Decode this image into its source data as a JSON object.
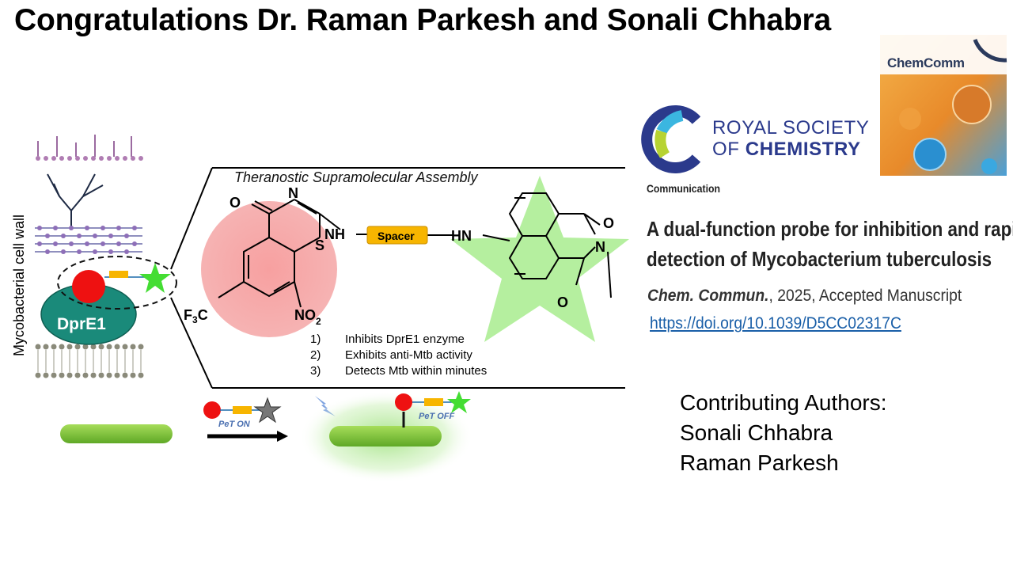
{
  "slide": {
    "title": "Congratulations Dr. Raman Parkesh and Sonali Chhabra"
  },
  "scheme": {
    "assembly_title": "Theranostic Supramolecular Assembly",
    "wall_label": "Mycobacterial cell wall",
    "enzyme_label": "DprE1",
    "spacer_label": "Spacer",
    "pet_on": "PeT ON",
    "pet_off": "PeT OFF",
    "atoms": {
      "o1": "O",
      "n1": "N",
      "nh1": "NH",
      "s": "S",
      "cf3": "F",
      "cf3_sub": "3",
      "cf3_c": "C",
      "no2": "NO",
      "no2_sub": "2",
      "hn": "HN",
      "o2": "O",
      "n2": "N",
      "o3": "O"
    },
    "properties": [
      {
        "num": "1)",
        "text": "Inhibits DprE1 enzyme"
      },
      {
        "num": "2)",
        "text": "Exhibits anti-Mtb activity"
      },
      {
        "num": "3)",
        "text": "Detects Mtb within minutes"
      }
    ]
  },
  "publisher": {
    "line1": "ROYAL SOCIETY",
    "line2_a": "OF ",
    "line2_b": "CHEMISTRY",
    "journal_cover": "ChemComm"
  },
  "article": {
    "type": "Communication",
    "title_line1": "A dual-function probe for inhibition and rapid",
    "title_line2": "detection of Mycobacterium tuberculosis",
    "journal": "Chem. Commun.",
    "citation_rest": ", 2025, Accepted Manuscript",
    "doi": "https://doi.org/10.1039/D5CC02317C"
  },
  "authors": {
    "heading": "Contributing Authors:",
    "names": [
      "Sonali Chhabra",
      "Raman Parkesh"
    ]
  },
  "colors": {
    "red": "#ee1111",
    "star_green": "#44dd33",
    "enzyme_teal": "#1a8a7a",
    "spacer_yellow": "#f7b500",
    "rsc_blue": "#2b3a8c",
    "link_blue": "#1a5fa8",
    "bacterium_green": "#7cc23a"
  }
}
